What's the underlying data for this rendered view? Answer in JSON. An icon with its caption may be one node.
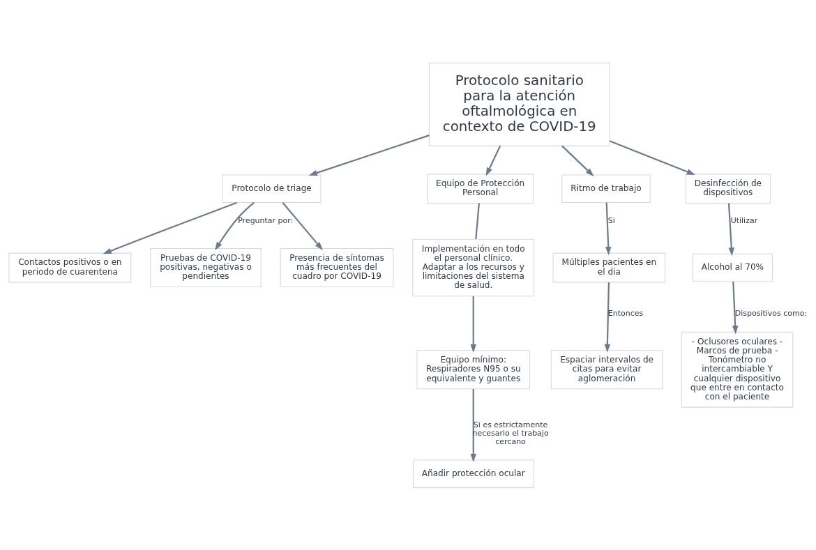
{
  "diagram": {
    "nodes": [
      {
        "text": [
          "Protocolo sanitario para la atención oftalmológica en contexto de COVID-19"
        ]
      },
      {
        "text": [
          "Protocolo de triage"
        ]
      },
      {
        "text": [
          "Equipo de Protección Personal"
        ]
      },
      {
        "text": [
          "Ritmo de trabajo"
        ]
      },
      {
        "text": [
          "Desinfección de dispositivos"
        ]
      },
      {
        "text": [
          "Contactos positivos o en periodo de cuarentena"
        ]
      },
      {
        "text": [
          "Pruebas de COVID-19 positivas, negativas o pendientes"
        ]
      },
      {
        "text": [
          "Presencia de síntomas más frecuentes del cuadro por COVID-19"
        ]
      },
      {
        "text": [
          "Implementación en todo el personal clínico. Adaptar a los recursos y limitaciones del sistema de salud."
        ]
      },
      {
        "text": [
          "Equipo mínimo: Respiradores N95 o su equivalente y guantes"
        ]
      },
      {
        "text": [
          "Añadir protección ocular"
        ]
      },
      {
        "text": [
          "Múltiples pacientes en el dia"
        ]
      },
      {
        "text": [
          "Espaciar intervalos de citas para evitar aglomeración"
        ]
      },
      {
        "text": [
          "Alcohol al 70%"
        ]
      },
      {
        "text": [
          "- Oclusores oculares - Marcos de prueba - Tonómetro no intercambiable Y cualquier dispositivo que entre en contacto con el paciente"
        ]
      }
    ],
    "edges": [
      {
        "from": 0,
        "to": 1,
        "arrow": "to"
      },
      {
        "from": 0,
        "to": 2,
        "arrow": "to"
      },
      {
        "from": 0,
        "to": 3,
        "arrow": "to"
      },
      {
        "from": 0,
        "to": 4,
        "arrow": "to"
      },
      {
        "from": 1,
        "to": 5,
        "arrow": "to"
      },
      {
        "from": 1,
        "to": 6,
        "arrow": "to",
        "label": "Preguntar por:"
      },
      {
        "from": 1,
        "to": 7,
        "arrow": "to"
      },
      {
        "from": 2,
        "to": 8,
        "arrow": "none"
      },
      {
        "from": 8,
        "to": 9,
        "arrow": "to"
      },
      {
        "from": 9,
        "to": 10,
        "arrow": "to",
        "label": "Si es estrictamente necesario el trabajo cercano"
      },
      {
        "from": 3,
        "to": 11,
        "arrow": "to",
        "label": "Si"
      },
      {
        "from": 11,
        "to": 12,
        "arrow": "to",
        "label": "Entonces"
      },
      {
        "from": 4,
        "to": 13,
        "arrow": "to",
        "label": "Utilizar"
      },
      {
        "from": 13,
        "to": 14,
        "arrow": "to",
        "label": "Dispositivos como:"
      }
    ]
  }
}
